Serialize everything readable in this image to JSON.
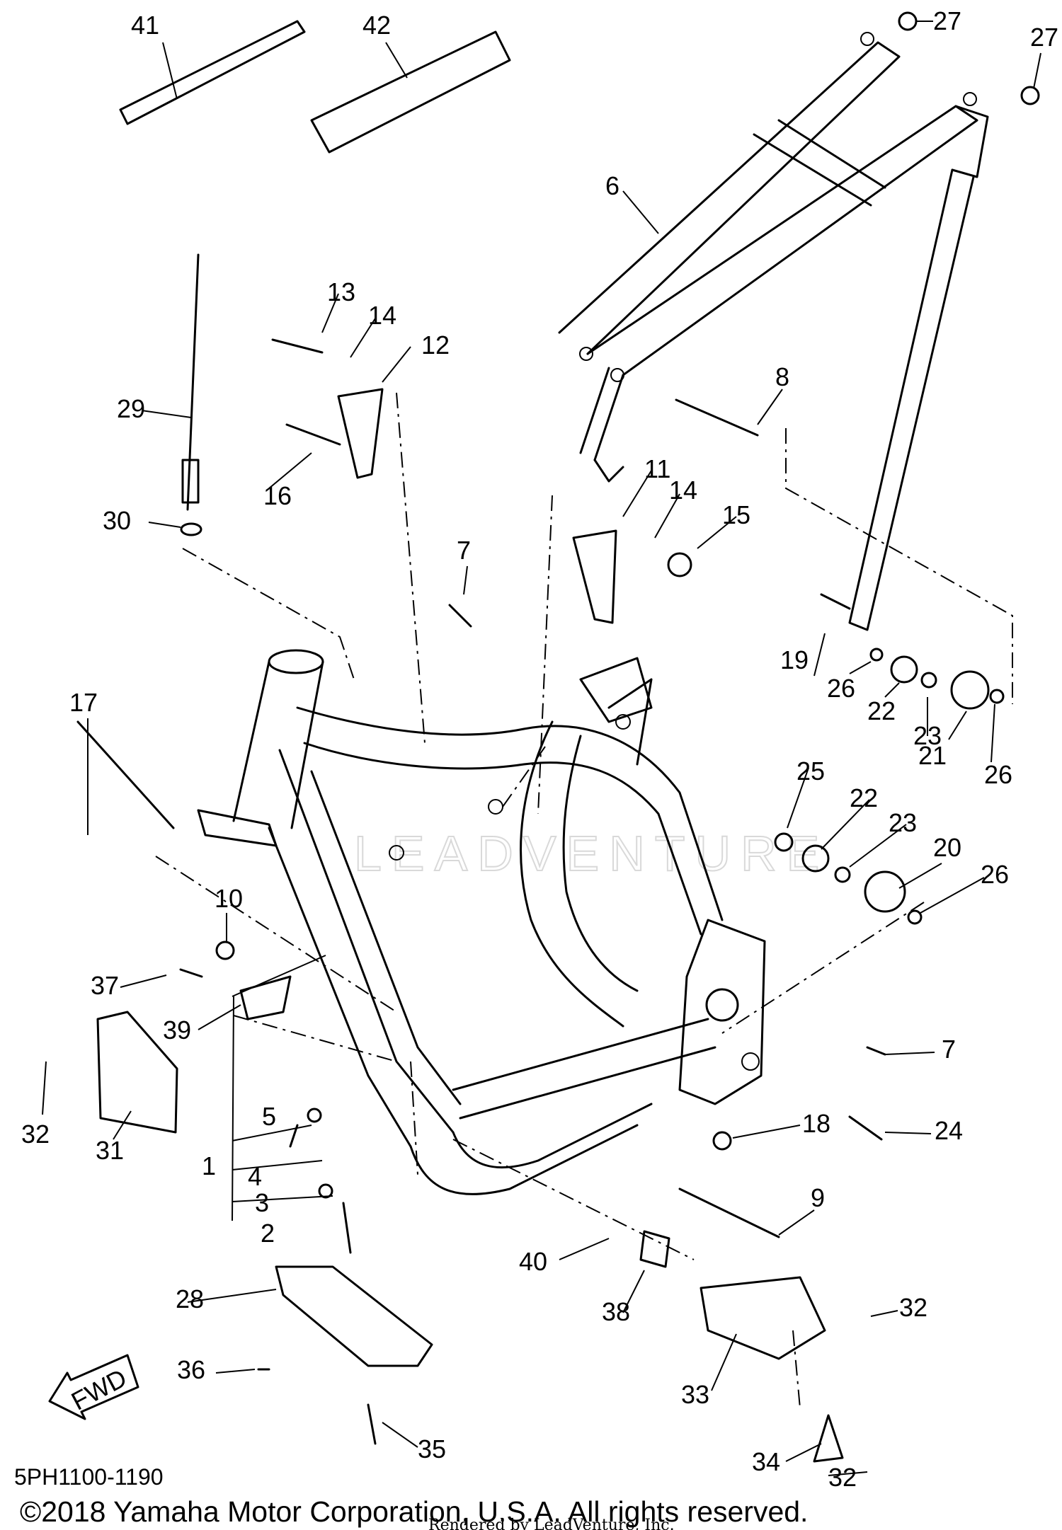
{
  "diagram": {
    "labels": [
      "1",
      "2",
      "3",
      "4",
      "5",
      "6",
      "7",
      "7",
      "8",
      "9",
      "10",
      "11",
      "12",
      "13",
      "14",
      "14",
      "15",
      "16",
      "17",
      "18",
      "19",
      "20",
      "21",
      "22",
      "22",
      "23",
      "23",
      "24",
      "25",
      "26",
      "26",
      "26",
      "27",
      "27",
      "28",
      "29",
      "30",
      "31",
      "32",
      "32",
      "32",
      "33",
      "34",
      "35",
      "36",
      "37",
      "38",
      "39",
      "40",
      "41",
      "42"
    ],
    "diagram_code": "5PH1100-1190",
    "copyright": "©2018 Yamaha Motor Corporation, U.S.A. All rights reserved.",
    "rendered_by": "Rendered by LeadVenture, Inc.",
    "fwd_label": "FWD",
    "watermark": "LEADVENTURE"
  }
}
